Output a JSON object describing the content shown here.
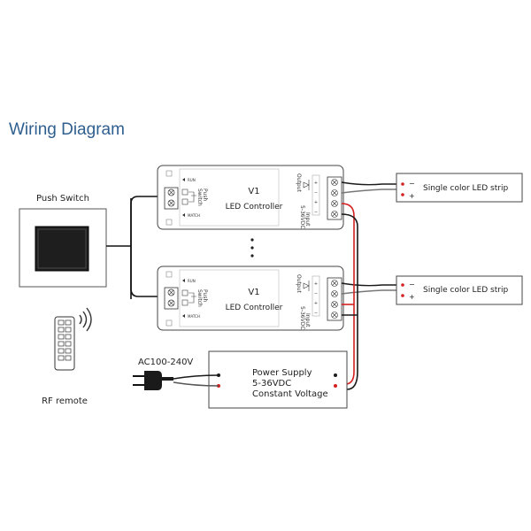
{
  "title": "Wiring Diagram",
  "push_switch": {
    "label": "Push Switch"
  },
  "rf_remote": {
    "label": "RF remote"
  },
  "ac_input": {
    "label": "AC100-240V"
  },
  "controller": {
    "name": "V1",
    "subtitle": "LED Controller",
    "run_label": "RUN",
    "match_label": "MATCH",
    "push_switch_label_1": "Push",
    "push_switch_label_2": "Switch",
    "output_label": "Output",
    "input_label_1": "Input",
    "input_label_2": "5-36VDC",
    "terminal_plus": "+",
    "terminal_minus": "−"
  },
  "led_strip": {
    "label": "Single color LED strip",
    "minus": "−",
    "plus": "+"
  },
  "power_supply": {
    "line1": "Power Supply",
    "line2": "5-36VDC",
    "line3": "Constant Voltage"
  },
  "colors": {
    "title": "#2f5f8f",
    "line": "#333333",
    "wire_red": "#d42020",
    "wire_black": "#1a1a1a"
  }
}
